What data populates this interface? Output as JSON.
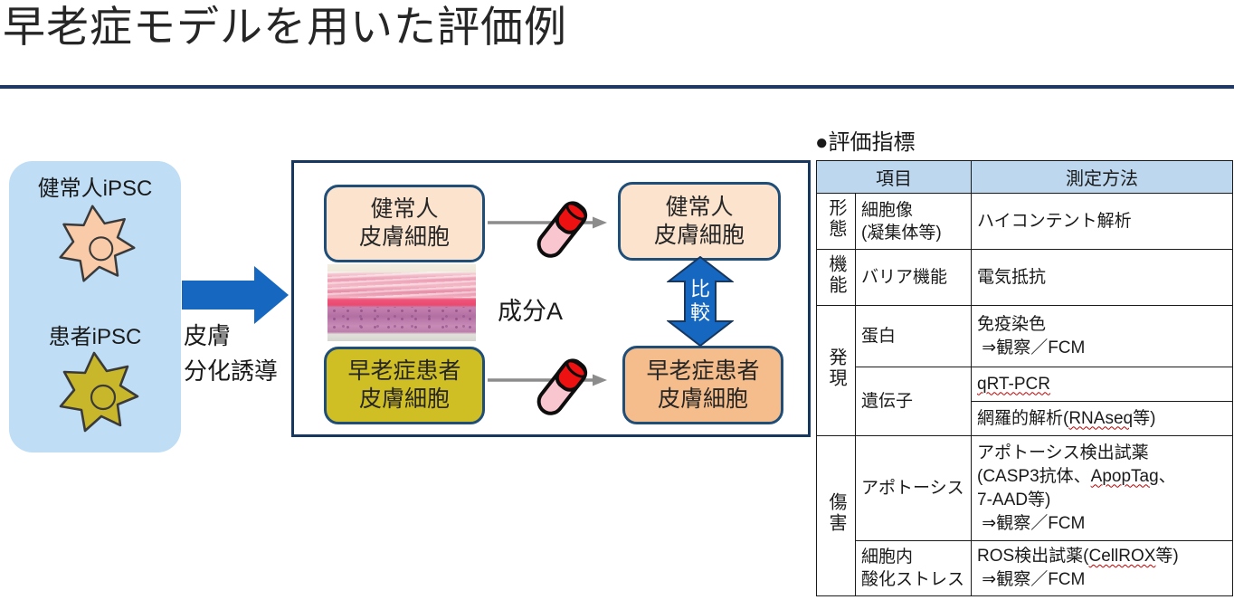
{
  "title": "早老症モデルを用いた評価例",
  "ipsc_panel": {
    "healthy": "健常人iPSC",
    "patient": "患者iPSC"
  },
  "induction": {
    "line1": "皮膚",
    "line2": "分化誘導"
  },
  "flow": {
    "healthy_src": {
      "line1": "健常人",
      "line2": "皮膚細胞"
    },
    "patient_src": {
      "line1": "早老症患者",
      "line2": "皮膚細胞"
    },
    "healthy_dst": {
      "line1": "健常人",
      "line2": "皮膚細胞"
    },
    "patient_dst": {
      "line1": "早老症患者",
      "line2": "皮膚細胞"
    },
    "component": "成分A",
    "compare": {
      "line1": "比",
      "line2": "較"
    }
  },
  "eval": {
    "heading": "●評価指標",
    "header": {
      "item": "項目",
      "method": "測定方法"
    },
    "categories": {
      "morphology": "形態",
      "function": "機能",
      "expression": "発現",
      "damage": "傷害"
    },
    "items": {
      "cell_image": {
        "line1": "細胞像",
        "line2": "(凝集体等)"
      },
      "barrier": "バリア機能",
      "protein": "蛋白",
      "gene": "遺伝子",
      "apoptosis": "アポトーシス",
      "oxidative": {
        "line1": "細胞内",
        "line2": "酸化ストレス"
      }
    },
    "methods": {
      "high_content": "ハイコンテント解析",
      "electrical": "電気抵抗",
      "immunostain": {
        "line1": "免疫染色",
        "line2": " ⇒観察／FCM"
      },
      "qrt_pcr": "qRT-PCR",
      "comprehensive": {
        "pre": "網羅的解析(",
        "sq": "RNAseq",
        "post": "等)"
      },
      "apoptosis_reagent": {
        "line1": "アポトーシス検出試薬",
        "line2_pre": "(CASP3抗体、",
        "line2_sq": "ApopTag",
        "line2_post": "、",
        "line3": "7-AAD等)",
        "line4": " ⇒観察／FCM"
      },
      "ros": {
        "line1_pre": "ROS検出試薬(",
        "line1_sq": "CellROX",
        "line1_post": "等)",
        "line2": " ⇒観察／FCM"
      }
    }
  },
  "colors": {
    "title_rule_navy": "#1F3864",
    "panel_blue": "#BFDDF5",
    "box_border_navy": "#1F4E79",
    "peach": "#FBE3CE",
    "orange": "#F4BD8B",
    "olive_yellow": "#D0BE25",
    "arrow_blue": "#1567C0",
    "table_header_blue": "#BDD7EE",
    "squiggle_red": "#C00000",
    "tube_cap_red": "#EE1111",
    "tube_body_pink": "#F9C6D0",
    "gray_arrow": "#8C8C8C"
  }
}
